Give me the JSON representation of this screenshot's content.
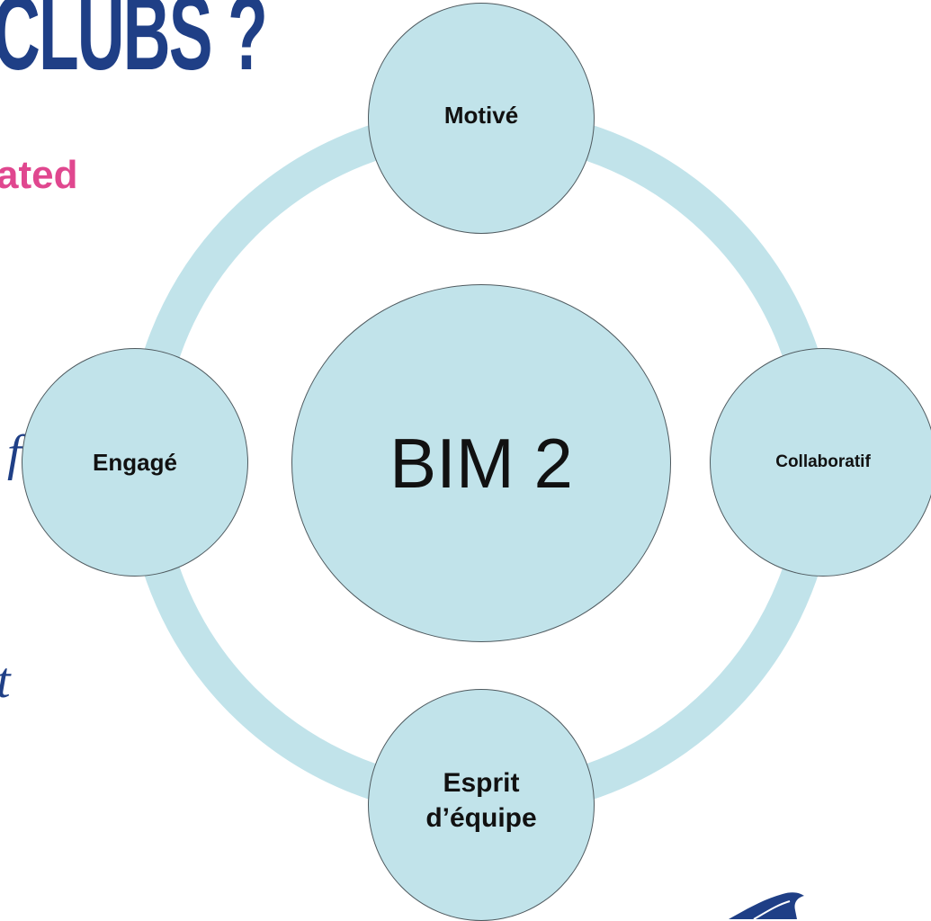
{
  "slide": {
    "title": "CLUBS ?",
    "subtitle": "ated",
    "italic_fragment_1": "f .",
    "italic_fragment_2": "t"
  },
  "diagram": {
    "center": "BIM 2",
    "nodes": {
      "top": "Motivé",
      "right": "Collaboratif",
      "bottom_line1": "Esprit",
      "bottom_line2": "d’équipe",
      "left": "Engagé"
    }
  },
  "colors": {
    "title": "#1f3f86",
    "subtitle": "#e0478f",
    "circle_fill": "#c1e3ea",
    "ring": "#c1e3ea",
    "circle_border": "#4f5a5f"
  }
}
